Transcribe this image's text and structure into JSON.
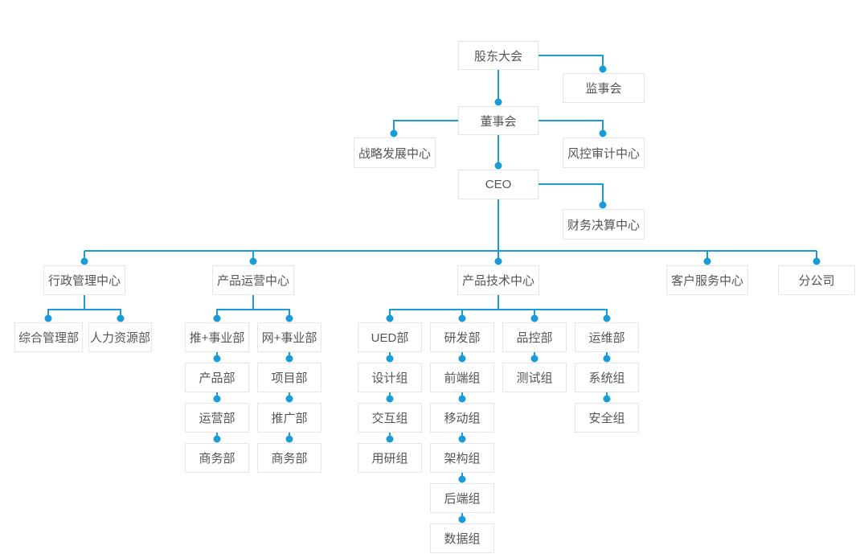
{
  "diagram": {
    "type": "org-chart",
    "background": "#ffffff",
    "colors": {
      "connector_line": "#199cd7",
      "connector_dot": "#199cd7",
      "node_border": "#e6e6e6",
      "node_background": "#ffffff",
      "node_text": "#555555"
    },
    "hierarchy": [
      {
        "node": "股东大会",
        "children": [
          "监事会",
          "董事会"
        ]
      },
      {
        "node": "董事会",
        "children": [
          "战略发展中心",
          "风控审计中心",
          "CEO"
        ]
      },
      {
        "node": "CEO",
        "children": [
          "财务决算中心",
          "行政管理中心",
          "产品运营中心",
          "产品技术中心",
          "客户服务中心",
          "分公司"
        ]
      },
      {
        "node": "行政管理中心",
        "children": [
          "综合管理部",
          "人力资源部"
        ]
      },
      {
        "node": "产品运营中心",
        "children": [
          "推+事业部",
          "网+事业部"
        ]
      },
      {
        "node": "推+事业部",
        "children": [
          "产品部",
          "运营部",
          "商务部"
        ]
      },
      {
        "node": "网+事业部",
        "children": [
          "项目部",
          "推广部",
          "商务部"
        ]
      },
      {
        "node": "产品技术中心",
        "children": [
          "UED部",
          "研发部",
          "品控部",
          "运维部"
        ]
      },
      {
        "node": "UED部",
        "children": [
          "设计组",
          "交互组",
          "用研组"
        ]
      },
      {
        "node": "研发部",
        "children": [
          "前端组",
          "移动组",
          "架构组",
          "后端组",
          "数据组"
        ]
      },
      {
        "node": "品控部",
        "children": [
          "测试组"
        ]
      },
      {
        "node": "运维部",
        "children": [
          "系统组",
          "安全组"
        ]
      }
    ]
  },
  "nodes": {
    "shareholders_meeting": "股东大会",
    "supervisory_board": "监事会",
    "board_of_directors": "董事会",
    "strategy_development_center": "战略发展中心",
    "risk_audit_center": "风控审计中心",
    "ceo": "CEO",
    "financial_settlement_center": "财务决算中心",
    "admin_management_center": "行政管理中心",
    "product_operations_center": "产品运营中心",
    "product_technology_center": "产品技术中心",
    "customer_service_center": "客户服务中心",
    "branch_company": "分公司",
    "general_management_dept": "综合管理部",
    "human_resources_dept": "人力资源部",
    "tui_plus_business_dept": "推+事业部",
    "wang_plus_business_dept": "网+事业部",
    "ued_dept": "UED部",
    "rd_dept": "研发部",
    "quality_control_dept": "品控部",
    "operations_maintenance_dept": "运维部",
    "product_dept": "产品部",
    "project_dept": "项目部",
    "design_group": "设计组",
    "frontend_group": "前端组",
    "testing_group": "测试组",
    "system_group": "系统组",
    "operation_dept": "运营部",
    "promotion_dept": "推广部",
    "interaction_group": "交互组",
    "mobile_group": "移动组",
    "security_group": "安全组",
    "business_dept_tui": "商务部",
    "business_dept_wang": "商务部",
    "user_research_group": "用研组",
    "architecture_group": "架构组",
    "backend_group": "后端组",
    "data_group": "数据组"
  }
}
